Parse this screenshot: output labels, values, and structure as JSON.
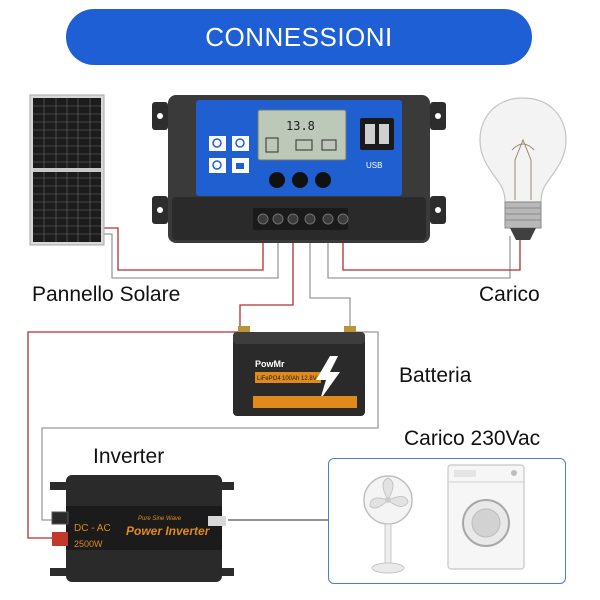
{
  "banner": {
    "title": "CONNESSIONI"
  },
  "labels": {
    "solar_panel": "Pannello Solare",
    "load": "Carico",
    "battery": "Batteria",
    "inverter": "Inverter",
    "ac_load": "Carico 230Vac"
  },
  "controller": {
    "lcd_reading": "13.8",
    "usb_label": "USB"
  },
  "battery_unit": {
    "brand": "PowMr",
    "tag": "LiFePO4",
    "spec": "100Ah 12.8V"
  },
  "inverter_unit": {
    "type": "DC - AC",
    "wave": "Pure Sine Wave",
    "name": "Power Inverter",
    "power": "2500W"
  },
  "colors": {
    "banner": "#1e5fd6",
    "wire_red": "#b03030",
    "wire_gray": "#9a9a9a",
    "controller_face": "#1f5fd0",
    "appliance_border": "#4a7fc8"
  }
}
